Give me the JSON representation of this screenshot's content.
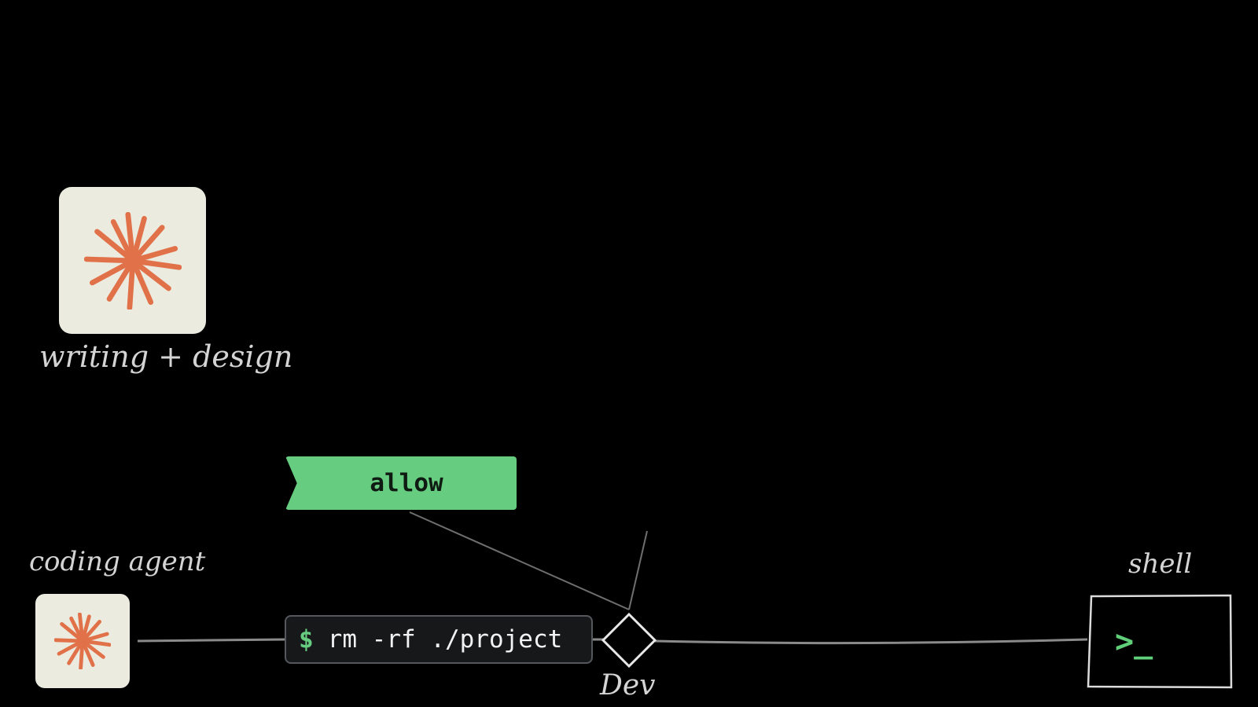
{
  "diagram": {
    "nodes": {
      "writing_design": {
        "label": "writing + design",
        "icon": "asterisk-logo-icon"
      },
      "coding_agent": {
        "label": "coding agent",
        "icon": "asterisk-logo-icon"
      },
      "dev": {
        "label": "Dev",
        "icon": "diamond-gate-icon"
      },
      "shell": {
        "label": "shell",
        "prompt": ">_",
        "icon": "terminal-icon"
      }
    },
    "command": {
      "prompt": "$",
      "text": "rm -rf ./project"
    },
    "decision": {
      "label": "allow",
      "color": "#66cc7f"
    },
    "colors": {
      "background": "#000000",
      "tile": "#ecebdf",
      "logo": "#e07149",
      "accent_green": "#66cc7f",
      "line": "#8a8a8a"
    }
  }
}
